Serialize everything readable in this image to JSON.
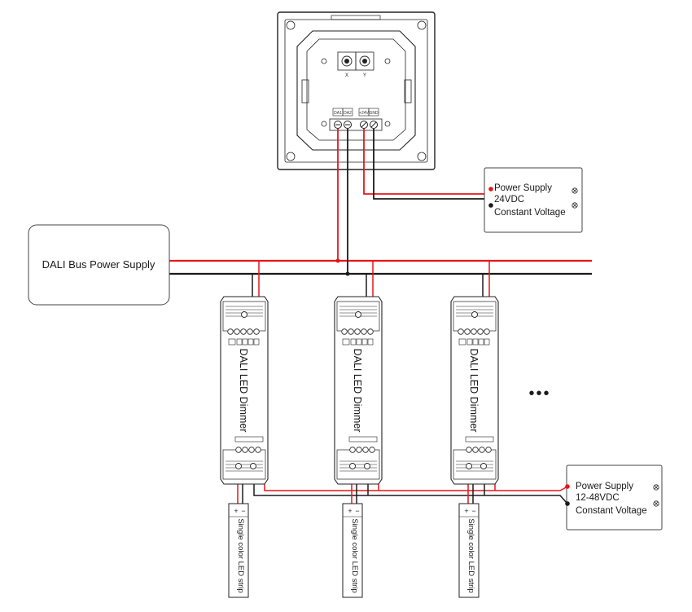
{
  "panel": {
    "rotary_x_label": "X",
    "rotary_y_label": "Y",
    "terminals": [
      "DA1",
      "DA2",
      "+24V",
      "GND"
    ]
  },
  "top_psu": {
    "line1": "Power Supply",
    "line2": "24VDC",
    "line3": "Constant Voltage"
  },
  "bus_psu": {
    "label": "DALI Bus Power Supply"
  },
  "dimmers": [
    {
      "label": "DALI LED Dimmer"
    },
    {
      "label": "DALI LED Dimmer"
    },
    {
      "label": "DALI LED Dimmer"
    }
  ],
  "strips": [
    {
      "label": "Single color LED strip",
      "plus": "+",
      "minus": "−"
    },
    {
      "label": "Single color LED strip",
      "plus": "+",
      "minus": "−"
    },
    {
      "label": "Single color LED strip",
      "plus": "+",
      "minus": "−"
    }
  ],
  "more_indicator": "•••",
  "bottom_psu": {
    "line1": "Power Supply",
    "line2": "12-48VDC",
    "line3": "Constant Voltage"
  },
  "colors": {
    "positive_wire": "#e8141c",
    "negative_wire": "#1a1a1a",
    "outline": "#222222"
  }
}
